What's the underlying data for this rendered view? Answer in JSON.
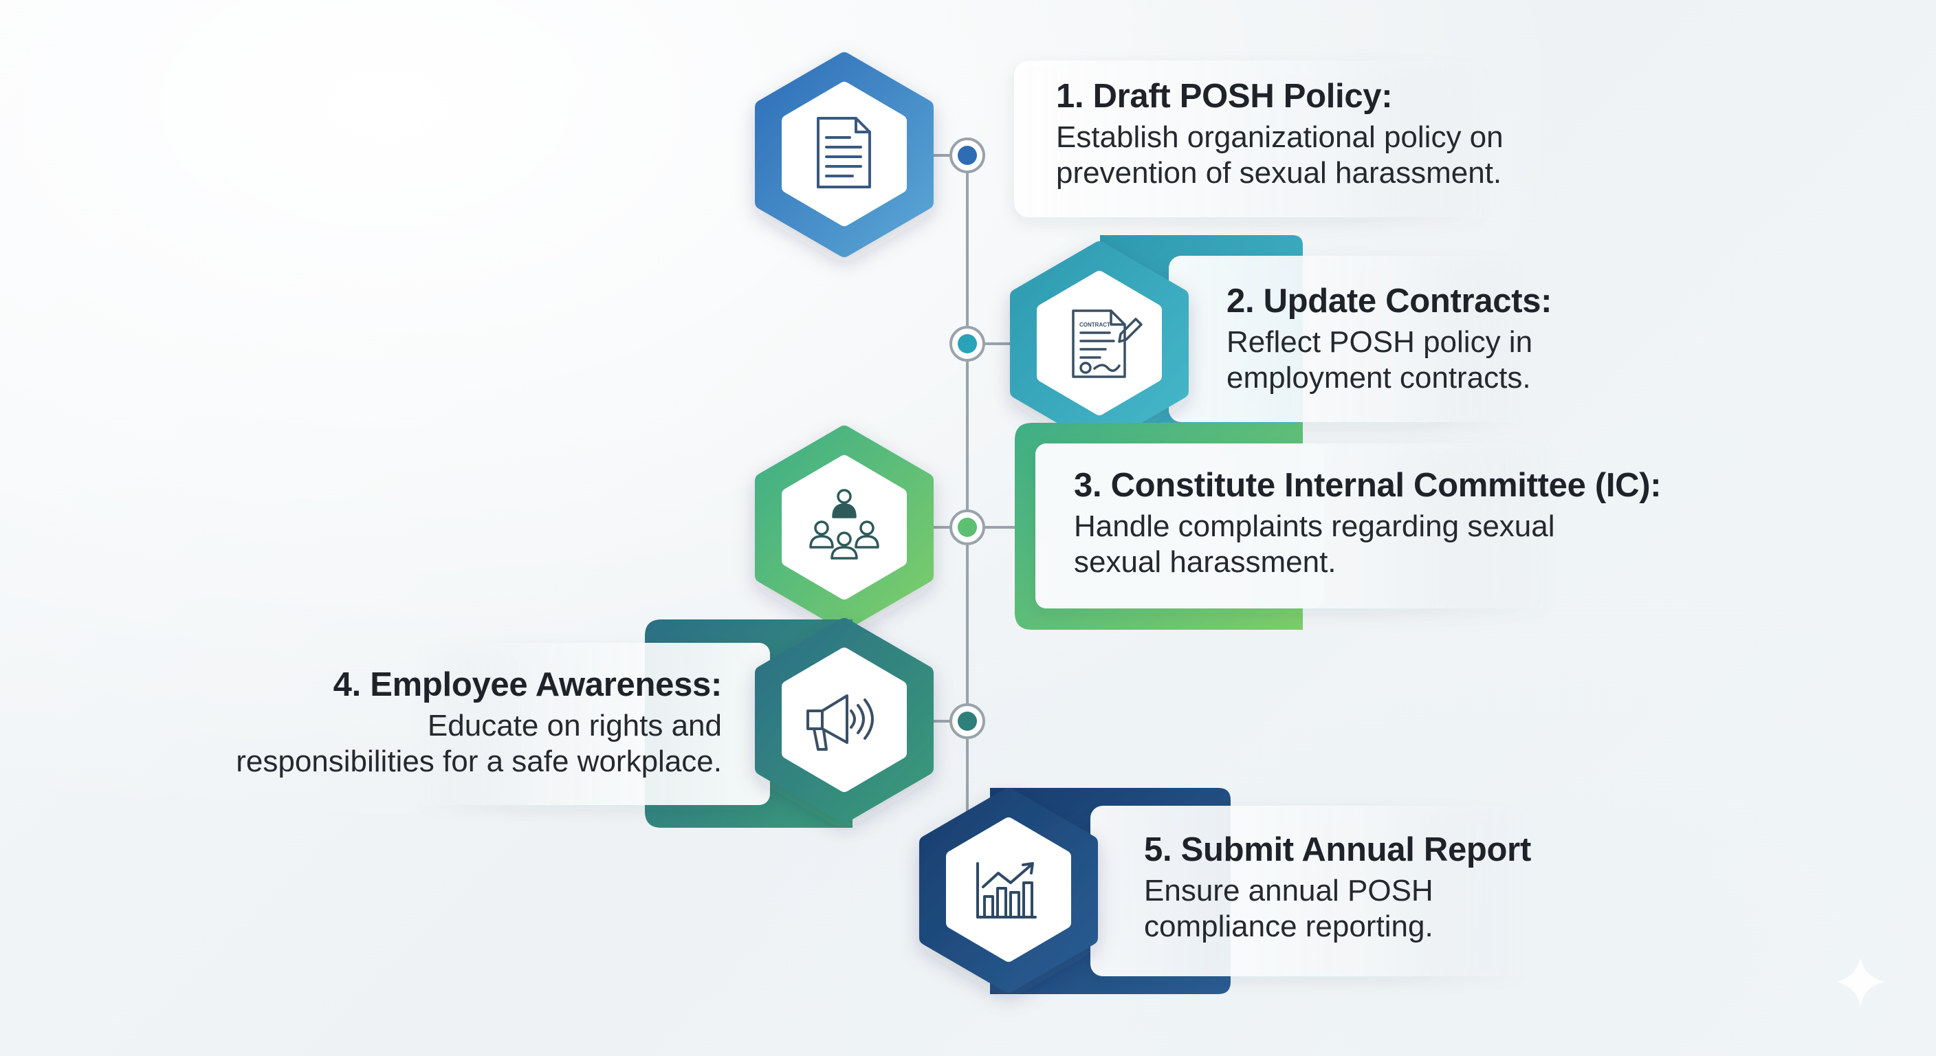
{
  "colors": {
    "step1": "#3f7fc4",
    "step2": "#2aa2b8",
    "step3": "#5cbf72",
    "step4": "#2f7f7b",
    "step5": "#1f4f86",
    "connector": "#9aa3aa",
    "icon_stroke": "#3a4a58"
  },
  "steps": [
    {
      "title": "1. Draft POSH Policy:",
      "desc_line1": "Establish organizational policy on",
      "desc_line2": "prevention of sexual harassment.",
      "icon": "document-icon"
    },
    {
      "title": "2. Update Contracts:",
      "desc_line1": "Reflect POSH policy in",
      "desc_line2": "employment contracts.",
      "icon": "contract-icon",
      "icon_label": "CONTRACT"
    },
    {
      "title": "3. Constitute Internal Committee (IC):",
      "desc_line1": "Handle complaints regarding sexual",
      "desc_line2": "sexual harassment.",
      "icon": "committee-icon"
    },
    {
      "title": "4. Employee Awareness:",
      "desc_line1": "Educate on rights and",
      "desc_line2": "responsibilities for a safe workplace.",
      "icon": "megaphone-icon"
    },
    {
      "title": "5. Submit Annual Report",
      "desc_line1": "Ensure annual POSH",
      "desc_line2": "compliance reporting.",
      "icon": "chart-icon"
    }
  ]
}
